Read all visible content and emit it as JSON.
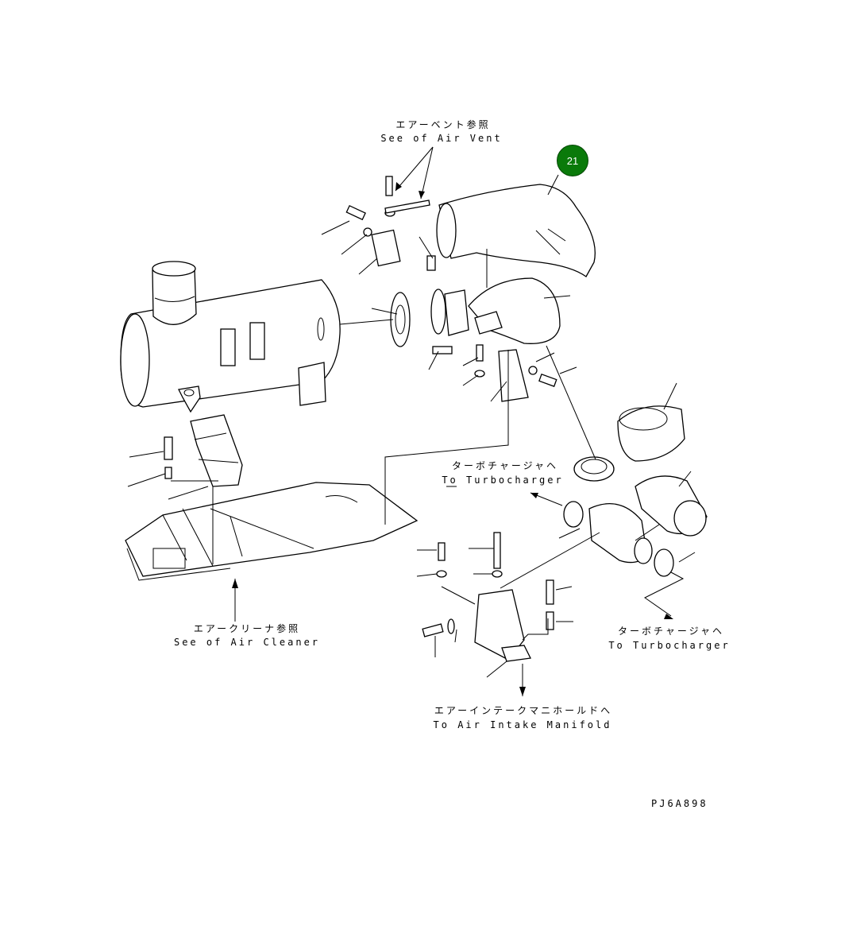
{
  "labels": {
    "air_vent_jp": "エアーベント参照",
    "air_vent_en": "See of Air Vent",
    "turbo1_jp": "ターボチャージャヘ",
    "turbo1_en": "To Turbocharger",
    "turbo2_jp": "ターボチャージャヘ",
    "turbo2_en": "To Turbocharger",
    "air_cleaner_jp": "エアークリーナ参照",
    "air_cleaner_en": "See of Air Cleaner",
    "manifold_jp": "エアーインテークマニホールドへ",
    "manifold_en": "To Air Intake Manifold",
    "drawing_code": "PJ6A898"
  },
  "callout": {
    "number": "21",
    "color": "#0a7a0a"
  }
}
